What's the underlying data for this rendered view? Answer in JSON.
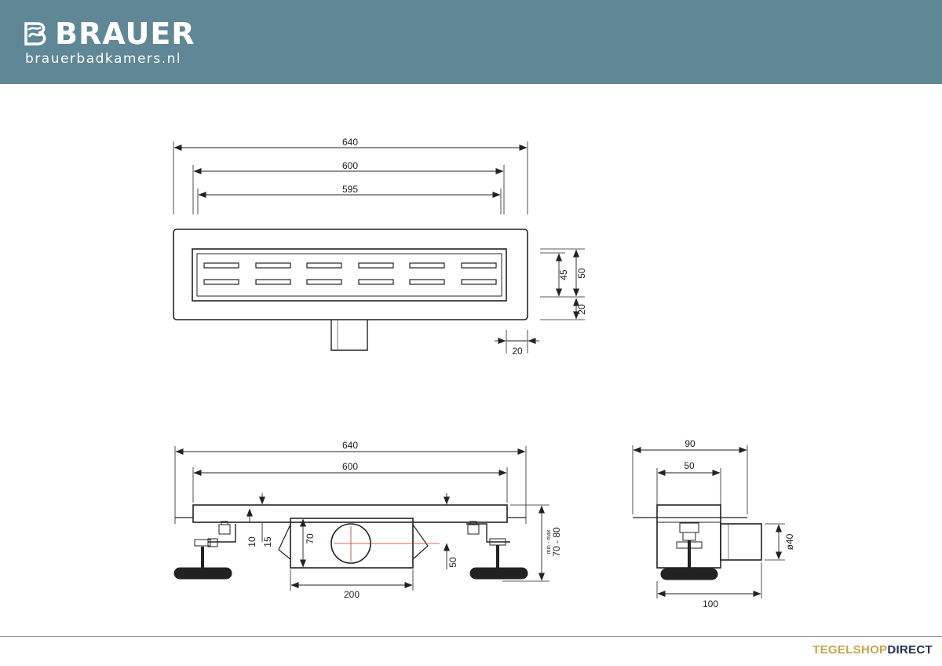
{
  "header": {
    "brand_name": "BRAUER",
    "brand_url": "brauerbadkamers.nl",
    "background_color": "#5f8796"
  },
  "drawing": {
    "top_view": {
      "dim_total_length": "640",
      "dim_grate_length": "600",
      "dim_inner_length": "595",
      "dim_inner_width": "45",
      "dim_grate_width": "50",
      "dim_flange_side": "20",
      "dim_flange_end": "20"
    },
    "side_view": {
      "dim_total_length": "640",
      "dim_grate_length": "600",
      "dim_min": "10",
      "dim_max": "15",
      "dim_body_height": "70",
      "dim_outlet_height": "50",
      "dim_body_length": "200",
      "dim_height_label": "min - max",
      "dim_height_range": "70 - 80"
    },
    "end_view": {
      "dim_total_width": "90",
      "dim_grate_width": "50",
      "dim_outlet_diameter": "ø40",
      "dim_base_width": "100"
    }
  },
  "footer": {
    "brand_part1": "TEGELSHOP",
    "brand_part2": "DIRECT",
    "brand_color_1": "#c9a64a",
    "brand_color_2": "#1f2f57"
  }
}
